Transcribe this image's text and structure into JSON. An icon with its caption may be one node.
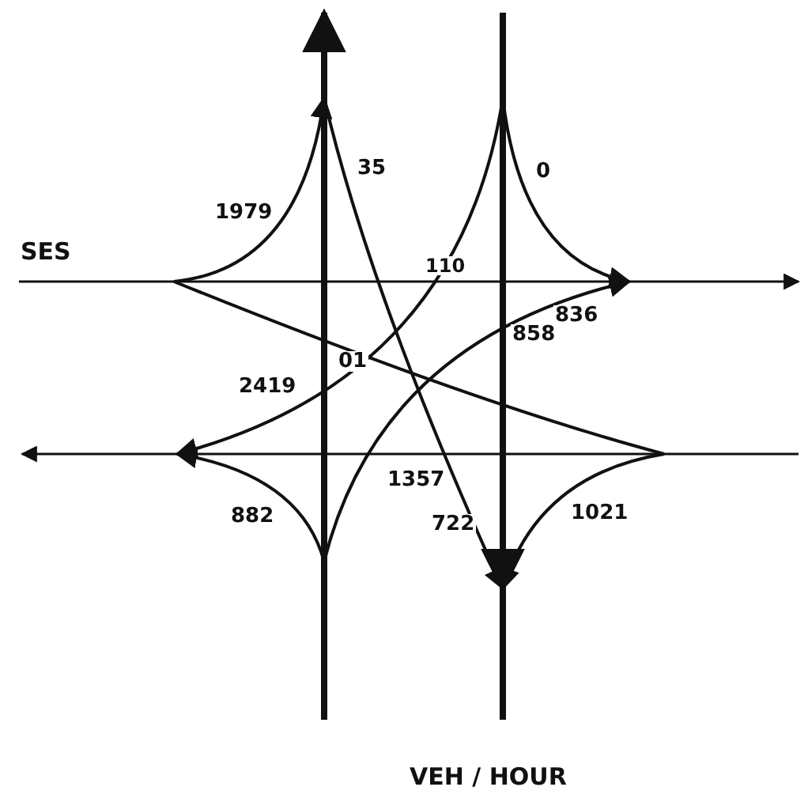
{
  "diagram": {
    "labels": [
      "SES",
      "1979",
      "35",
      "0",
      "110",
      "01",
      "2419",
      "858",
      "836",
      "1357",
      "722",
      "882",
      "1021",
      "VEH / HOUR"
    ]
  }
}
